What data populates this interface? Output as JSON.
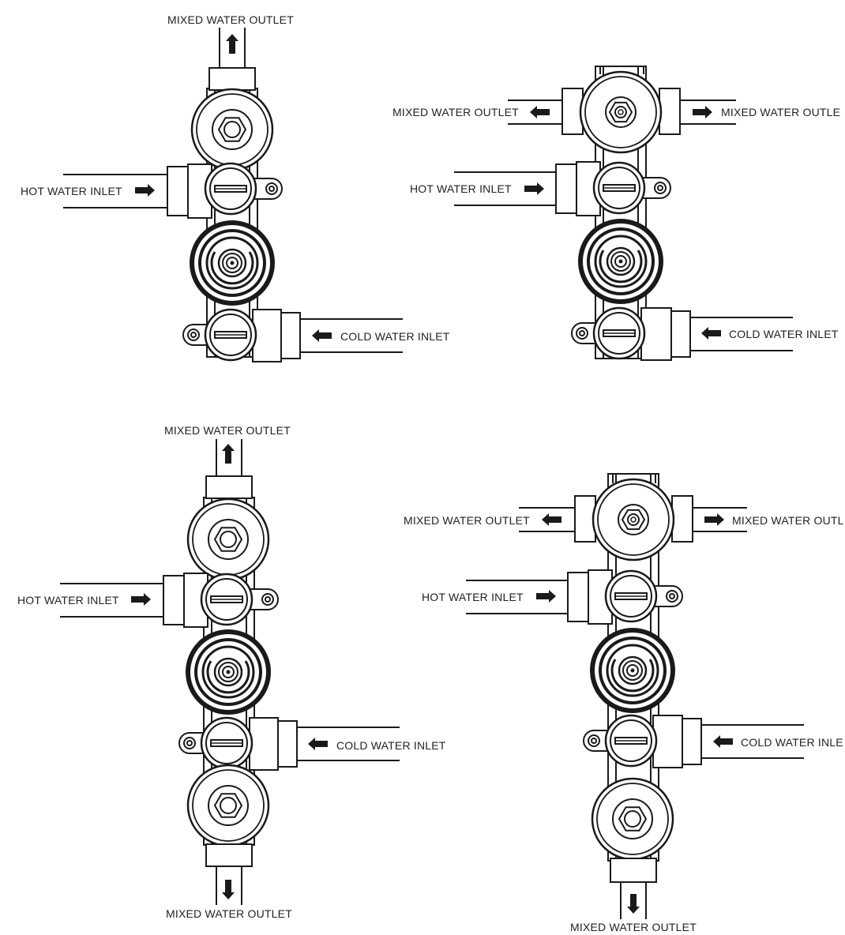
{
  "labels": {
    "mixed_outlet": "MIXED WATER OUTLET",
    "mixed_outlet_clipped": "MIXED WATER OUTLE",
    "mixed_outlet_clipped_2": "MIXED WATER OUTL",
    "hot_inlet": "HOT WATER INLET",
    "cold_inlet": "COLD WATER INLET",
    "cold_inlet_clipped": "COLD WATER INLE"
  },
  "diagrams": [
    {
      "id": "top-left",
      "variant": "single outlet top"
    },
    {
      "id": "top-right",
      "variant": "dual side outlets"
    },
    {
      "id": "bottom-left",
      "variant": "outlets top and bottom"
    },
    {
      "id": "bottom-right",
      "variant": "dual side outlets and bottom outlet"
    }
  ],
  "colors": {
    "stroke": "#1a1a1a",
    "background": "#ffffff"
  },
  "icons": [
    "arrow-up-icon",
    "arrow-down-icon",
    "arrow-left-icon",
    "arrow-right-icon"
  ]
}
